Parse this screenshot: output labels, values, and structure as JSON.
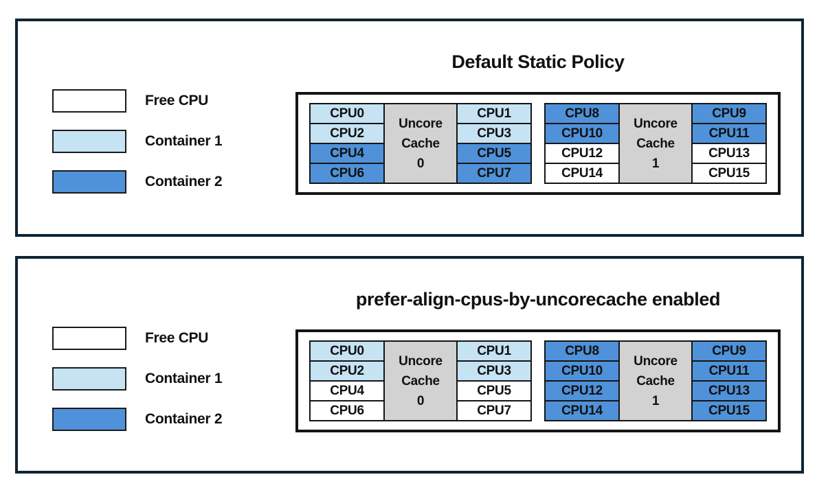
{
  "colors": {
    "panel_border": "#0d2433",
    "diagram_border": "#141414",
    "text": "#111111",
    "free": "#ffffff",
    "container1": "#c6e3f4",
    "container2": "#4f92d9",
    "uncore_cache": "#d2d2d2"
  },
  "legend": {
    "items": [
      {
        "label": "Free CPU",
        "color_key": "free"
      },
      {
        "label": "Container 1",
        "color_key": "container1"
      },
      {
        "label": "Container 2",
        "color_key": "container2"
      }
    ]
  },
  "panels": [
    {
      "title": "Default Static Policy",
      "groups": [
        {
          "cache_label_lines": [
            "Uncore",
            "Cache",
            "0"
          ],
          "left_cpus": [
            {
              "label": "CPU0",
              "owner": "container1"
            },
            {
              "label": "CPU2",
              "owner": "container1"
            },
            {
              "label": "CPU4",
              "owner": "container2"
            },
            {
              "label": "CPU6",
              "owner": "container2"
            }
          ],
          "right_cpus": [
            {
              "label": "CPU1",
              "owner": "container1"
            },
            {
              "label": "CPU3",
              "owner": "container1"
            },
            {
              "label": "CPU5",
              "owner": "container2"
            },
            {
              "label": "CPU7",
              "owner": "container2"
            }
          ]
        },
        {
          "cache_label_lines": [
            "Uncore",
            "Cache",
            "1"
          ],
          "left_cpus": [
            {
              "label": "CPU8",
              "owner": "container2"
            },
            {
              "label": "CPU10",
              "owner": "container2"
            },
            {
              "label": "CPU12",
              "owner": "free"
            },
            {
              "label": "CPU14",
              "owner": "free"
            }
          ],
          "right_cpus": [
            {
              "label": "CPU9",
              "owner": "container2"
            },
            {
              "label": "CPU11",
              "owner": "container2"
            },
            {
              "label": "CPU13",
              "owner": "free"
            },
            {
              "label": "CPU15",
              "owner": "free"
            }
          ]
        }
      ]
    },
    {
      "title": "prefer-align-cpus-by-uncorecache enabled",
      "groups": [
        {
          "cache_label_lines": [
            "Uncore",
            "Cache",
            "0"
          ],
          "left_cpus": [
            {
              "label": "CPU0",
              "owner": "container1"
            },
            {
              "label": "CPU2",
              "owner": "container1"
            },
            {
              "label": "CPU4",
              "owner": "free"
            },
            {
              "label": "CPU6",
              "owner": "free"
            }
          ],
          "right_cpus": [
            {
              "label": "CPU1",
              "owner": "container1"
            },
            {
              "label": "CPU3",
              "owner": "container1"
            },
            {
              "label": "CPU5",
              "owner": "free"
            },
            {
              "label": "CPU7",
              "owner": "free"
            }
          ]
        },
        {
          "cache_label_lines": [
            "Uncore",
            "Cache",
            "1"
          ],
          "left_cpus": [
            {
              "label": "CPU8",
              "owner": "container2"
            },
            {
              "label": "CPU10",
              "owner": "container2"
            },
            {
              "label": "CPU12",
              "owner": "container2"
            },
            {
              "label": "CPU14",
              "owner": "container2"
            }
          ],
          "right_cpus": [
            {
              "label": "CPU9",
              "owner": "container2"
            },
            {
              "label": "CPU11",
              "owner": "container2"
            },
            {
              "label": "CPU13",
              "owner": "container2"
            },
            {
              "label": "CPU15",
              "owner": "container2"
            }
          ]
        }
      ]
    }
  ]
}
